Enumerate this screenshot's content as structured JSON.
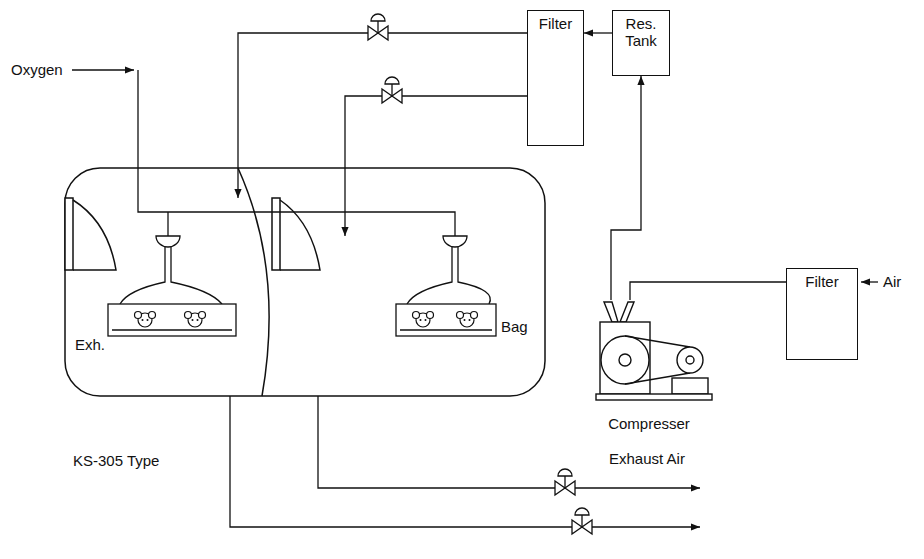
{
  "diagram": {
    "nodes": [
      {
        "text": [
          "Filter"
        ]
      },
      {
        "text": [
          "Res. Tank"
        ]
      },
      {
        "text": [
          "Compresser"
        ]
      },
      {
        "text": [
          "Filter"
        ]
      }
    ],
    "edges": [
      {
        "from": 1,
        "to": 0,
        "arrow": "to"
      },
      {
        "from": 2,
        "to": 1,
        "arrow": "to"
      },
      {
        "from": 3,
        "to": 2,
        "arrow": "none"
      }
    ],
    "labels": [
      "Oxygen",
      "Exh.",
      "Bag",
      "KS-305 Type",
      "Exhaust Air",
      "Air"
    ]
  }
}
